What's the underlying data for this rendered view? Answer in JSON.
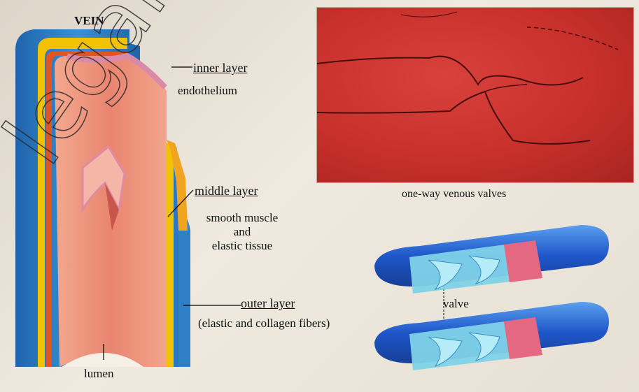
{
  "figure": {
    "title": "VEIN",
    "labels": {
      "inner_layer": "inner layer",
      "endothelium": "endothelium",
      "middle_layer": "middle layer",
      "middle_desc_1": "smooth muscle",
      "middle_desc_2": "and",
      "middle_desc_3": "elastic tissue",
      "outer_layer": "outer layer",
      "outer_desc": "(elastic and collagen fibers)",
      "lumen": "lumen",
      "photo_caption": "one-way venous valves",
      "valve": "valve"
    },
    "watermark_text": "legalectu"
  },
  "colors": {
    "vein_blue": "#2f7fc6",
    "vein_inner_pink": "#e98e73",
    "yellow_layer": "#f2c100",
    "photo_red": "#c8302c",
    "valve_tube_blue": "#1f56c9",
    "valve_inner_cyan": "#7fd2e8",
    "valve_band_pink": "#e46882"
  }
}
